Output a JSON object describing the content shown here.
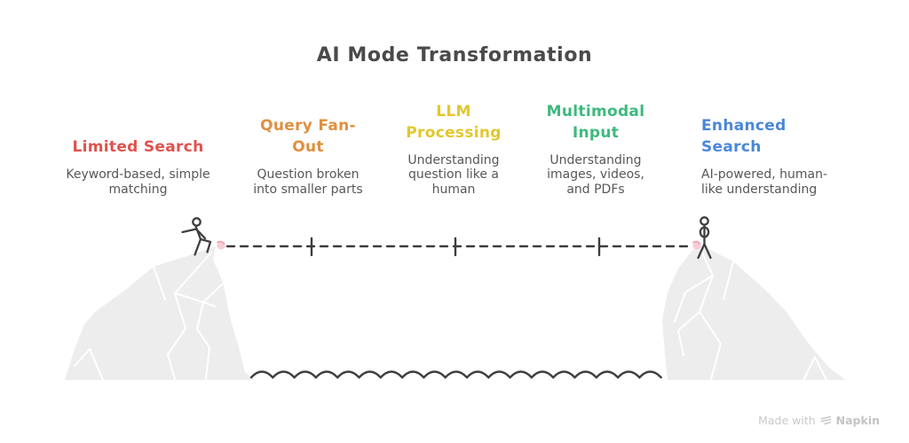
{
  "title": "AI Mode Transformation",
  "stages": [
    {
      "label": "Limited Search",
      "description": "Keyword-based, simple matching",
      "color": "#e0524d"
    },
    {
      "label": "Query Fan-Out",
      "description": "Question broken into smaller parts",
      "color": "#df8f3e"
    },
    {
      "label": "LLM Processing",
      "description": "Understanding question like a human",
      "color": "#e2c72e"
    },
    {
      "label": "Multimodal Input",
      "description": "Understanding images, videos, and PDFs",
      "color": "#3dba7e"
    },
    {
      "label": "Enhanced Search",
      "description": "AI-powered, human-like understanding",
      "color": "#4a87d9"
    }
  ],
  "watermark": {
    "prefix": "Made with",
    "brand": "Napkin"
  },
  "colors": {
    "title_ink": "#4a4a4a",
    "subtitle_ink": "#56575a",
    "line_ink": "#3d3d3d",
    "cliff_fill": "#ededed",
    "coil_pink": "#f7ccd3"
  }
}
